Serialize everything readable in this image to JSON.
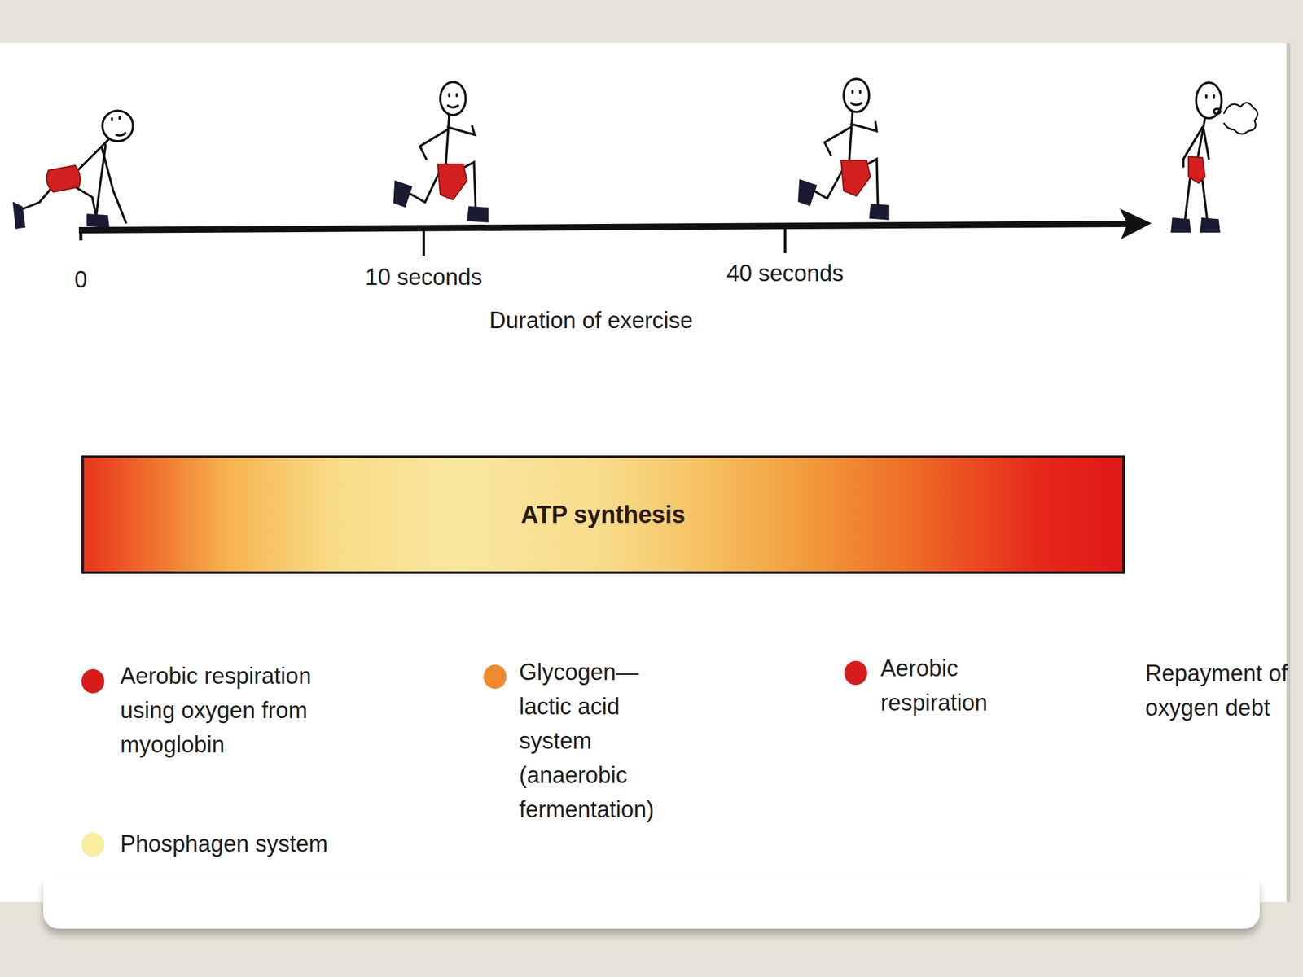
{
  "diagram": {
    "nodes": [
      {
        "text": [
          "ATP synthesis"
        ]
      }
    ],
    "labels": [
      "0",
      "10 seconds",
      "40 seconds",
      "Duration of exercise",
      "Repayment of oxygen debt"
    ],
    "legend": [
      {
        "text": "Aerobic respiration using oxygen from myoglobin",
        "color": "#d81c1c"
      },
      {
        "text": "Phosphagen system",
        "color": "#f7ee9e"
      },
      {
        "text": "Glycogen—lactic acid system (anaerobic fermentation)",
        "color": "#f08a30"
      },
      {
        "text": "Aerobic respiration",
        "color": "#d81c1c"
      }
    ]
  }
}
